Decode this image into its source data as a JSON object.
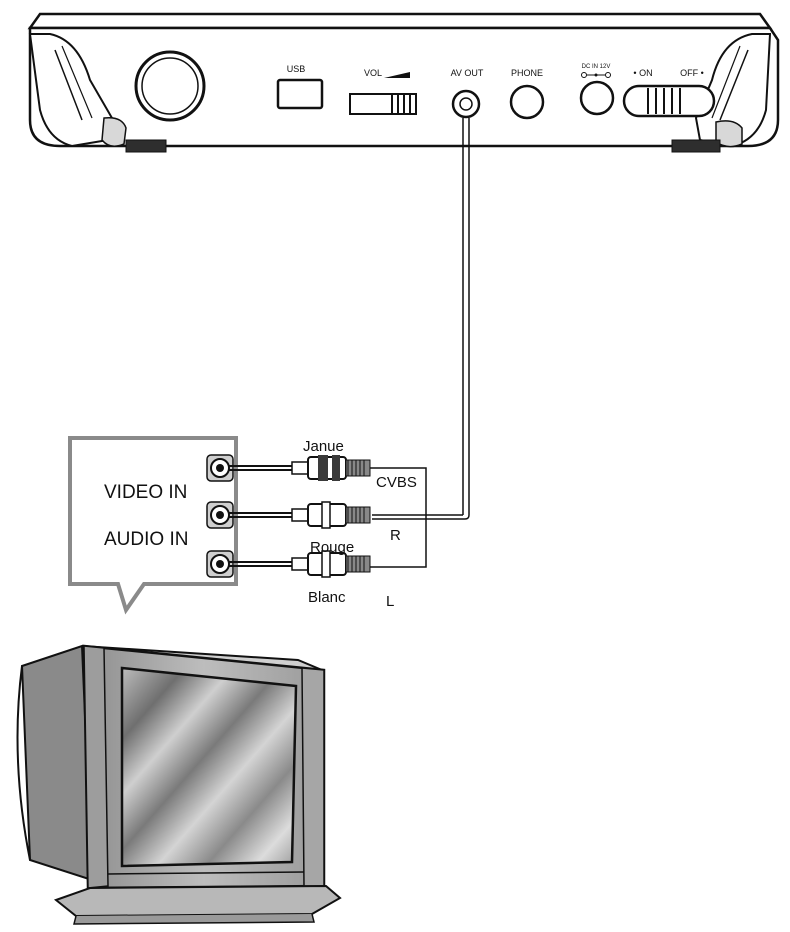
{
  "player": {
    "ports": {
      "usb": "USB",
      "vol": "VOL",
      "av_out": "AV OUT",
      "phone": "PHONE",
      "dc_in": "DC IN 12V",
      "on": "• ON",
      "off": "OFF •"
    }
  },
  "tv_panel": {
    "video_in": "VIDEO IN",
    "audio_in": "AUDIO IN"
  },
  "cable": {
    "yellow": "Janue",
    "red": "Rouge",
    "white": "Blanc",
    "cvbs": "CVBS",
    "r": "R",
    "l": "L"
  }
}
